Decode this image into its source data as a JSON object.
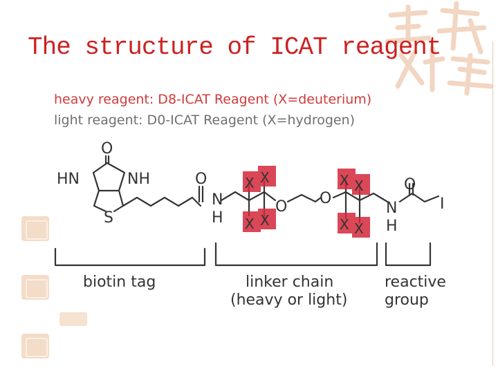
{
  "title": "The structure of ICAT reagent",
  "reagents": {
    "heavy": "heavy reagent: D8-ICAT Reagent (X=deuterium)",
    "light": "light reagent: D0-ICAT Reagent (X=hydrogen)"
  },
  "molecule": {
    "atoms": {
      "o_ring": "O",
      "hn": "HN",
      "nh": "NH",
      "s": "S",
      "o_amide1": "O",
      "n1": "N",
      "h1": "H",
      "o_ether1": "O",
      "o_ether2": "O",
      "o_amide2": "O",
      "n2": "N",
      "h2": "H",
      "iodine": "I"
    },
    "x_label": "X"
  },
  "regions": {
    "biotin": "biotin tag",
    "linker_line1": "linker chain",
    "linker_line2": "(heavy or light)",
    "reactive_line1": "reactive",
    "reactive_line2": "group"
  },
  "colors": {
    "title": "#cc2222",
    "heavy_text": "#cf3a3a",
    "light_text": "#6f6f6f",
    "x_highlight": "#d4273a",
    "bond": "#333333"
  }
}
